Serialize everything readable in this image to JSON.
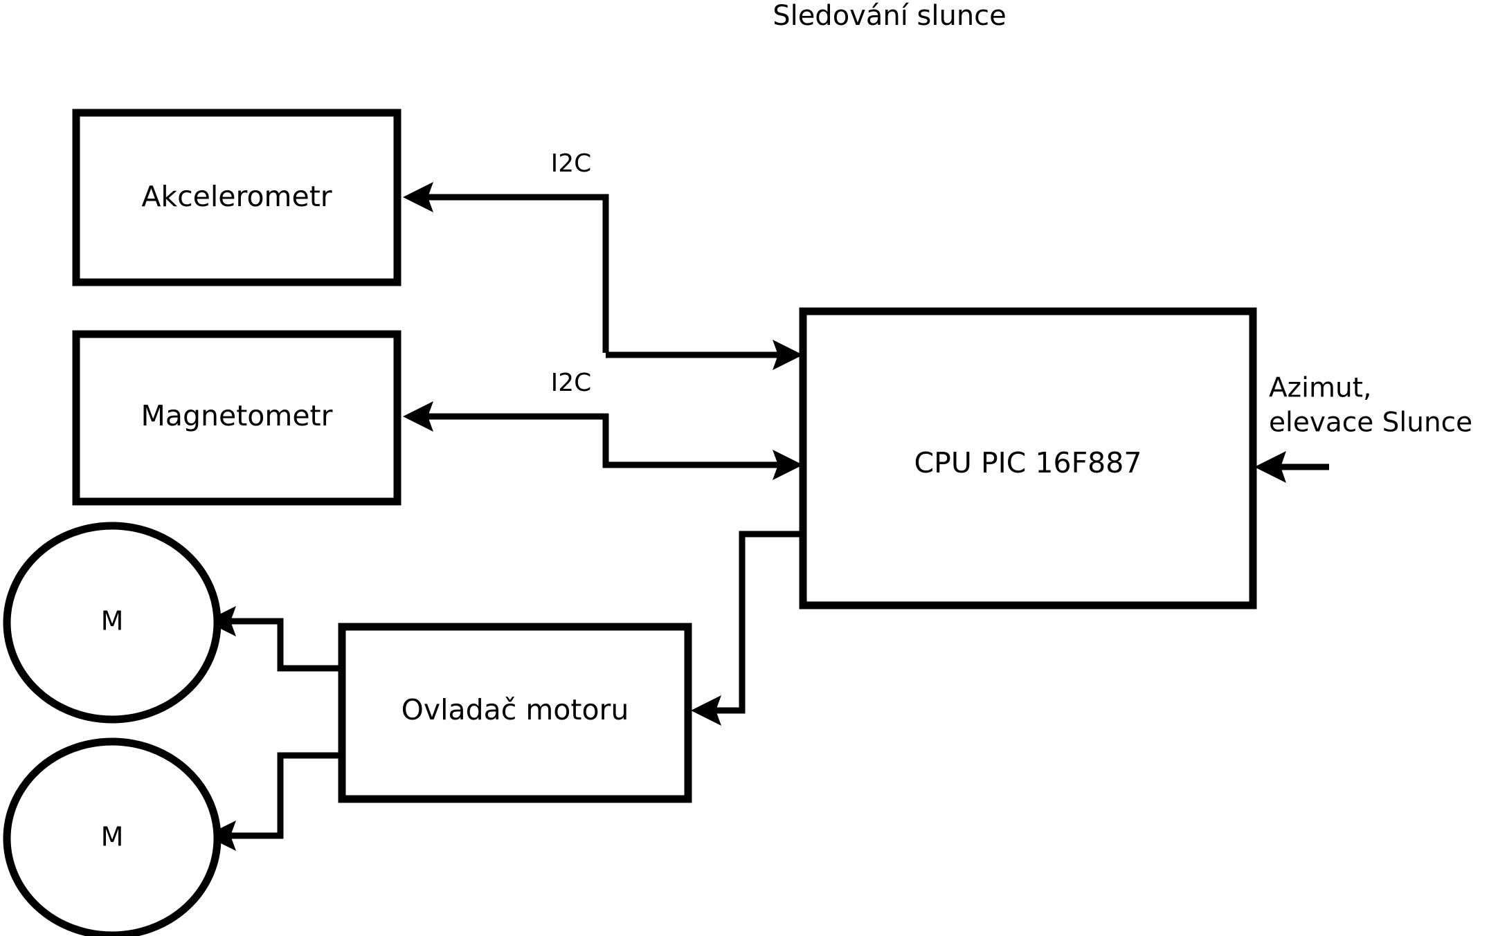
{
  "diagram": {
    "title": "Sledování slunce",
    "type": "block-diagram",
    "nodes": [
      {
        "id": "akcelerometr",
        "label": "Akcelerometr",
        "shape": "rectangle"
      },
      {
        "id": "magnetometr",
        "label": "Magnetometr",
        "shape": "rectangle"
      },
      {
        "id": "cpu",
        "label": "CPU PIC 16F887",
        "shape": "rectangle"
      },
      {
        "id": "ovladac",
        "label": "Ovladač motoru",
        "shape": "rectangle"
      },
      {
        "id": "motor_top",
        "label": "M",
        "shape": "circle"
      },
      {
        "id": "motor_bottom",
        "label": "M",
        "shape": "circle"
      }
    ],
    "edges": [
      {
        "id": "e1",
        "from": "cpu",
        "to": "akcelerometr",
        "label": "I2C",
        "direction": "to-akcelerometr"
      },
      {
        "id": "e2",
        "from": "akcelerometr",
        "to": "cpu",
        "label": "",
        "direction": "to-cpu"
      },
      {
        "id": "e3",
        "from": "cpu",
        "to": "magnetometr",
        "label": "I2C",
        "direction": "to-magnetometr"
      },
      {
        "id": "e4",
        "from": "magnetometr",
        "to": "cpu",
        "label": "",
        "direction": "to-cpu"
      },
      {
        "id": "e5",
        "from": "cpu",
        "to": "ovladac",
        "label": "",
        "direction": "to-ovladac"
      },
      {
        "id": "e6",
        "from": "ovladac",
        "to": "motor_top",
        "label": "",
        "direction": "to-motor"
      },
      {
        "id": "e7",
        "from": "ovladac",
        "to": "motor_bottom",
        "label": "",
        "direction": "to-motor"
      },
      {
        "id": "e8",
        "from": "external",
        "to": "cpu",
        "label": "Azimut,\nelevace Slunce",
        "direction": "to-cpu"
      }
    ],
    "external_input": {
      "line1": "Azimut,",
      "line2": "elevace Slunce"
    },
    "bus_labels": {
      "i2c_upper": "I2C",
      "i2c_lower": "I2C"
    },
    "colors": {
      "stroke": "#000000",
      "fill": "#ffffff",
      "text": "#000000"
    }
  }
}
